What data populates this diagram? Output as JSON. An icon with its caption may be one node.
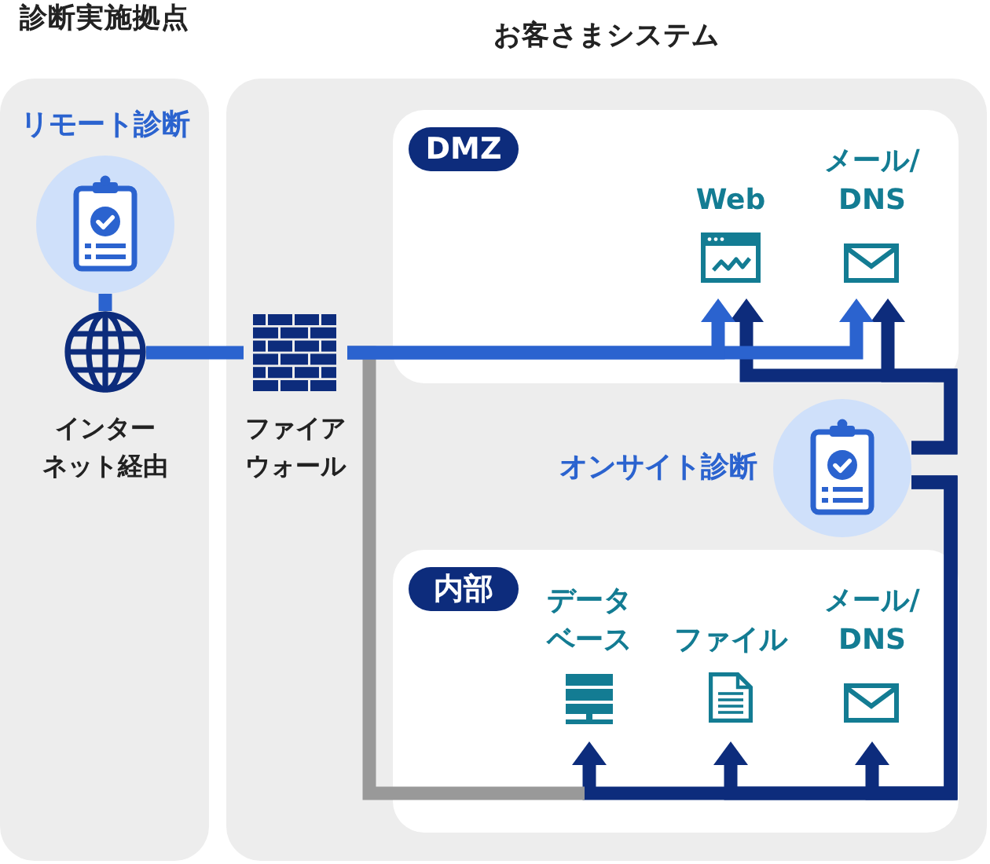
{
  "diagram": {
    "nodes": [
      {
        "text": [
          "診断実施拠点"
        ]
      },
      {
        "text": [
          "リモート診断"
        ],
        "in": 0
      },
      {
        "text": [
          "インターネット経由"
        ],
        "in": 0
      },
      {
        "text": [
          "お客さまシステム"
        ]
      },
      {
        "text": [
          "ファイアウォール"
        ],
        "in": 3
      },
      {
        "text": [
          "DMZ"
        ],
        "in": 3
      },
      {
        "text": [
          "Web"
        ],
        "in": 5
      },
      {
        "text": [
          "メール/DNS"
        ],
        "in": 5
      },
      {
        "text": [
          "オンサイト診断"
        ],
        "in": 3
      },
      {
        "text": [
          "内部"
        ],
        "in": 3
      },
      {
        "text": [
          "データベース"
        ],
        "in": 9
      },
      {
        "text": [
          "ファイル"
        ],
        "in": 9
      },
      {
        "text": [
          "メール/DNS"
        ],
        "in": 9
      }
    ],
    "edges": [
      {
        "from": 1,
        "to": 2,
        "arrow": "none",
        "color": "#2b63cf"
      },
      {
        "from": 2,
        "to": 4,
        "arrow": "none",
        "color": "#2b63cf"
      },
      {
        "from": 4,
        "to": 6,
        "arrow": "to",
        "color": "#2b63cf"
      },
      {
        "from": 4,
        "to": 7,
        "arrow": "to",
        "color": "#2b63cf"
      },
      {
        "from": 4,
        "to": 9,
        "arrow": "none",
        "color": "#999999"
      },
      {
        "from": 8,
        "to": 6,
        "arrow": "to"
      },
      {
        "from": 8,
        "to": 7,
        "arrow": "to"
      },
      {
        "from": 8,
        "to": 10,
        "arrow": "to"
      },
      {
        "from": 8,
        "to": 11,
        "arrow": "to"
      },
      {
        "from": 8,
        "to": 12,
        "arrow": "to"
      }
    ]
  }
}
